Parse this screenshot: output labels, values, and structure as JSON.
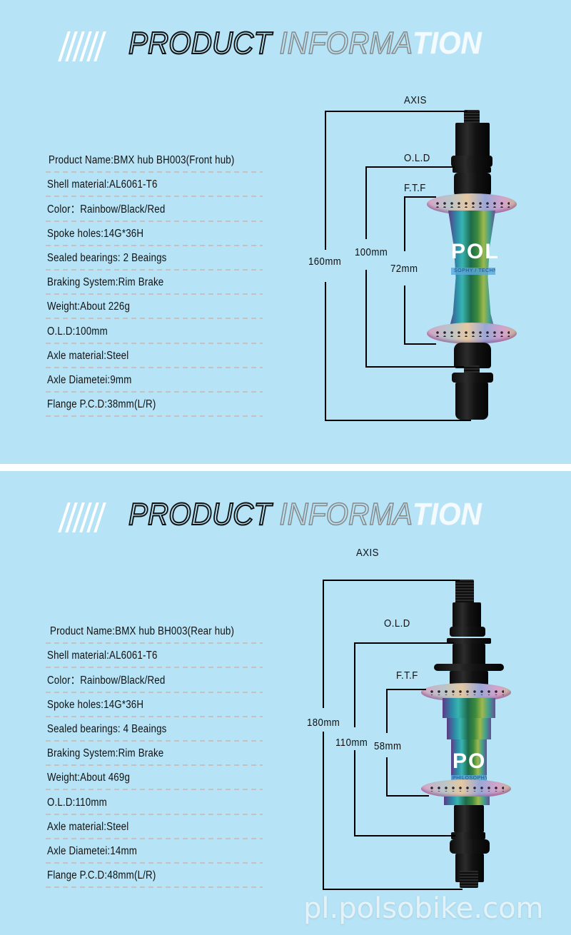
{
  "page": {
    "background_color": "#b6e3f5",
    "divider_color": "#ffffff",
    "watermark": "pl.polsobike.com"
  },
  "sections": [
    {
      "header": {
        "title_part1": "PRODUCT ",
        "title_part2": "INFORMA",
        "title_part3": "TION"
      },
      "specs": [
        "Product Name:BMX hub BH003(Front hub)",
        "Shell material:AL6061-T6",
        "Color：Rainbow/Black/Red",
        "Spoke holes:14G*36H",
        "Sealed bearings: 2 Beaings",
        "Braking System:Rim Brake",
        "Weight:About 226g",
        "O.L.D:100mm",
        "Axle material:Steel",
        "Axle Diametei:9mm",
        "Flange P.C.D:38mm(L/R)"
      ],
      "diagram": {
        "axis_label": "AXIS",
        "old_label": "O.L.D",
        "ftf_label": "F.T.F",
        "axis_value": "160mm",
        "old_value": "100mm",
        "ftf_value": "72mm",
        "logo_text": "POL",
        "logo_subtext": "SOPHY / TECHN"
      }
    },
    {
      "header": {
        "title_part1": "PRODUCT ",
        "title_part2": "INFORMA",
        "title_part3": "TION"
      },
      "specs": [
        "Product Name:BMX hub BH003(Rear hub)",
        "Shell material:AL6061-T6",
        "Color：Rainbow/Black/Red",
        "Spoke holes:14G*36H",
        "Sealed bearings: 4 Beaings",
        "Braking System:Rim Brake",
        "Weight:About 469g",
        "O.L.D:110mm",
        "Axle material:Steel",
        "Axle Diametei:14mm",
        "Flange P.C.D:48mm(L/R)"
      ],
      "diagram": {
        "axis_label": "AXIS",
        "old_label": "O.L.D",
        "ftf_label": "F.T.F",
        "axis_value": "180mm",
        "old_value": "110mm",
        "ftf_value": "58mm",
        "logo_text": "PO",
        "logo_subtext": "PHILOSOPHY /"
      }
    }
  ]
}
